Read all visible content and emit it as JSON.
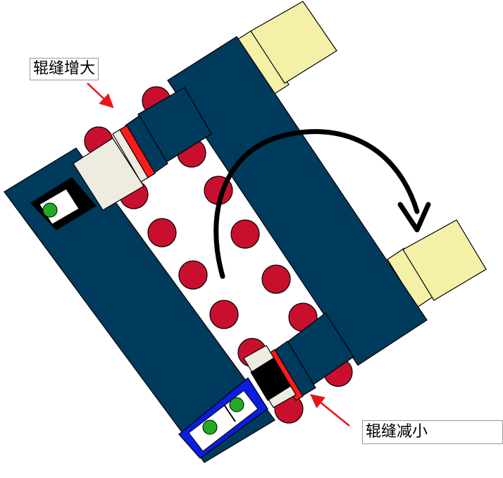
{
  "labels": {
    "gap_increase": "辊缝增大",
    "gap_decrease": "辊缝减小"
  },
  "colors": {
    "frame": "#003a5c",
    "roll": "#c8102e",
    "cylinder": "#f5f0a8",
    "chock": "#eeece0",
    "liner": "#ff1a1a",
    "indicator": "#22aa22",
    "selector": "#0a1ee0",
    "arrow": "#000000",
    "pointer": "#e8141c"
  },
  "icons": {
    "rotation": "curved-arrow-clockwise",
    "pointer": "red-arrow"
  }
}
